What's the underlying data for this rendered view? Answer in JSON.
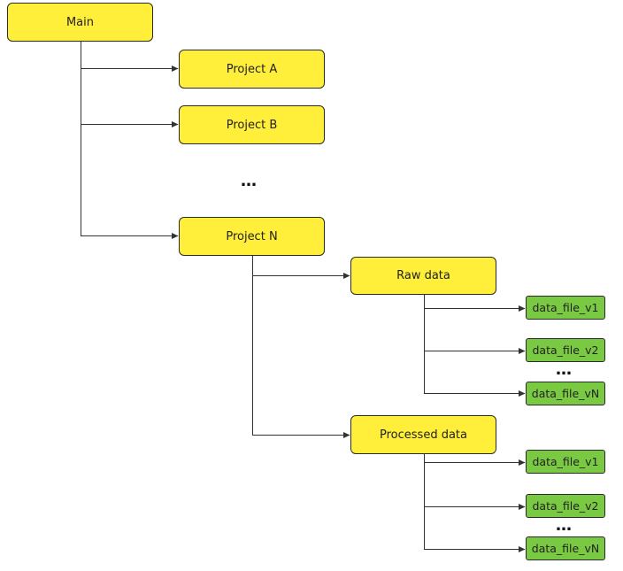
{
  "colors": {
    "folder_fill": "#ffee3a",
    "file_fill": "#7ac943",
    "stroke": "#333333"
  },
  "main": {
    "label": "Main"
  },
  "projects": {
    "a": "Project A",
    "b": "Project B",
    "ellipsis": "…",
    "n": "Project N"
  },
  "raw_data": {
    "label": "Raw data",
    "files": [
      "data_file_v1",
      "data_file_v2",
      "data_file_vN"
    ],
    "ellipsis": "…"
  },
  "processed_data": {
    "label": "Processed data",
    "files": [
      "data_file_v1",
      "data_file_v2",
      "data_file_vN"
    ],
    "ellipsis": "…"
  }
}
